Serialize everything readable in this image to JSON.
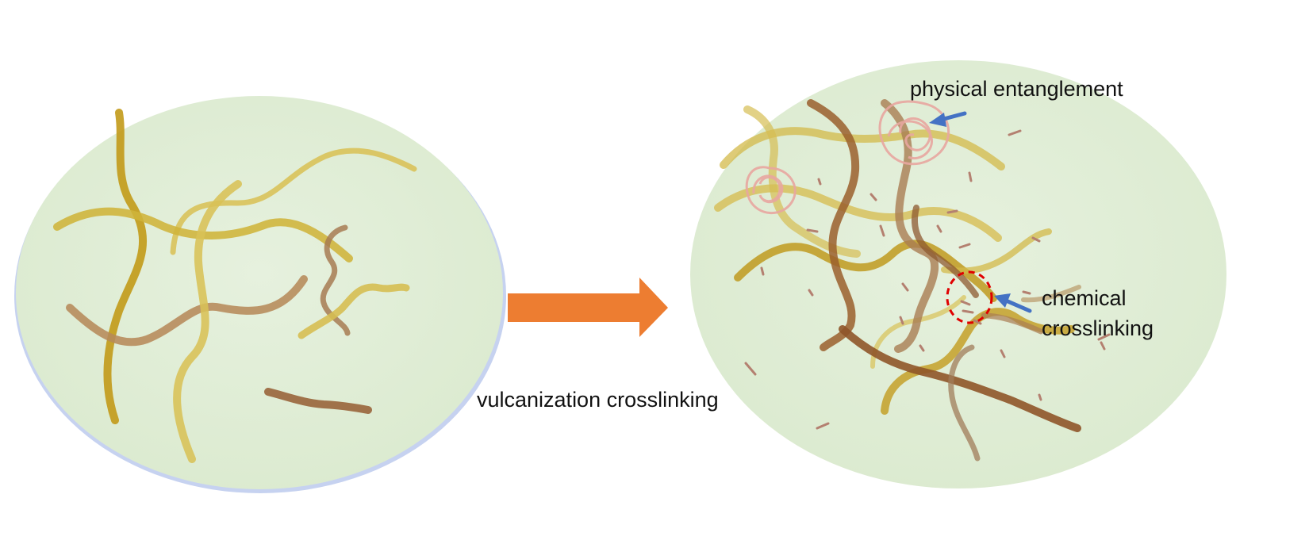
{
  "labels": {
    "process": "vulcanization crosslinking",
    "entanglement": "physical entanglement",
    "crosslink_line1": "chemical",
    "crosslink_line2": "crosslinking"
  },
  "colors": {
    "background": "#ffffff",
    "circle_fill": "#e2efda",
    "circle_edge": "#b7c7ee",
    "arrow": "#ed7d31",
    "pointer": "#4472c4",
    "highlight": "#e00000",
    "chain_gold": "#c89b1a",
    "chain_light": "#dcc55a",
    "chain_tan": "#a87a4e",
    "chain_brown": "#8a5226",
    "entangle": "#e8a7a0",
    "crosslinker": "#b48070"
  },
  "icons": [
    "process-arrow",
    "pointer-arrow",
    "crosslink-marker",
    "entanglement-coil"
  ]
}
